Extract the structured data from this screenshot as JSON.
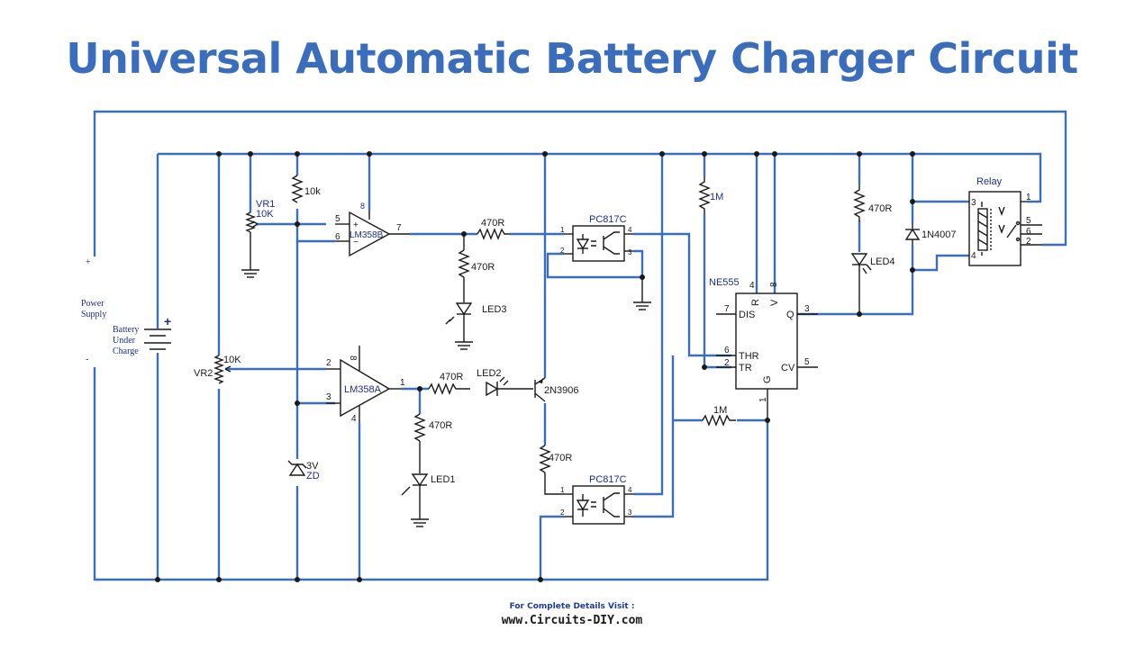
{
  "title": "Universal Automatic Battery Charger Circuit",
  "footer": {
    "line1": "For Complete Details Visit :",
    "line2": "www.Circuits-DIY.com"
  },
  "colors": {
    "wire": "#3a6ebc",
    "component": "#1a1a1a",
    "label": "#1c2f8a"
  },
  "labels": {
    "power_supply_1": "Power",
    "power_supply_2": "Supply",
    "plus_in": "+",
    "minus_in": "-",
    "battery_1": "Battery",
    "battery_2": "Under",
    "battery_3": "Charge",
    "battery_plus": "+",
    "vr1": "VR1",
    "vr1_val": "10K",
    "r10k": "10k",
    "vr2": "VR2",
    "vr2_val": "10K",
    "zd_1": "3V",
    "zd_2": "ZD",
    "u1b": "LM358B",
    "u1a": "LM358A",
    "u1b_pin5": "5",
    "u1b_pin6": "6",
    "u1b_pin7": "7",
    "u1b_pin8": "8",
    "u1a_pin2": "2",
    "u1a_pin3": "3",
    "u1a_pin1": "1",
    "u1a_pin8": "8",
    "u1a_pin4": "4",
    "op_plus": "+",
    "op_minus": "−",
    "r470_a": "470R",
    "r470_b": "470R",
    "r470_c": "470R",
    "r470_d": "470R",
    "r470_e": "470R",
    "r470_f": "470R",
    "led1": "LED1",
    "led2": "LED2",
    "led3": "LED3",
    "led4": "LED4",
    "q1": "2N3906",
    "opto_top": "PC817C",
    "opto_bot": "PC817C",
    "opto_p1": "1",
    "opto_p2": "2",
    "opto_p3": "3",
    "opto_p4": "4",
    "r1m_top": "1M",
    "r1m_bot": "1M",
    "ne555": "NE555",
    "ne_r": "R",
    "ne_v": "V",
    "ne_4": "4",
    "ne_8": "8",
    "ne_dis": "DIS",
    "ne_7": "7",
    "ne_q": "Q",
    "ne_3": "3",
    "ne_thr": "THR",
    "ne_6": "6",
    "ne_tr": "TR",
    "ne_2": "2",
    "ne_cv": "CV",
    "ne_5": "5",
    "ne_g": "G",
    "ne_1": "1",
    "diode": "1N4007",
    "relay": "Relay",
    "relay_p1": "1",
    "relay_p3": "3",
    "relay_p5": "5",
    "relay_p6": "6",
    "relay_p2": "2",
    "relay_p4": "4"
  }
}
